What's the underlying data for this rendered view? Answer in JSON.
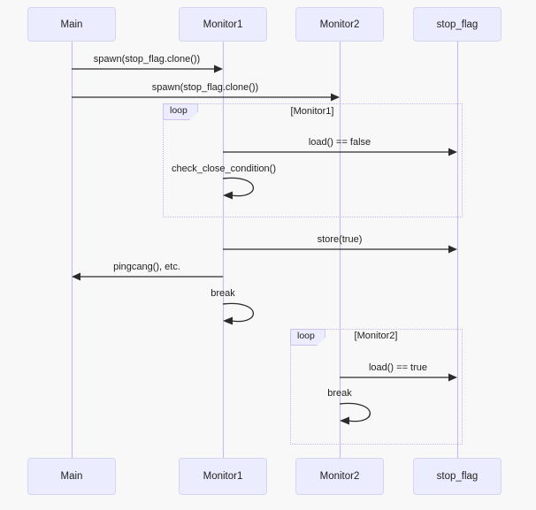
{
  "diagram": {
    "type": "sequence-diagram",
    "participants": [
      {
        "id": "main",
        "name": "Main"
      },
      {
        "id": "monitor1",
        "name": "Monitor1"
      },
      {
        "id": "monitor2",
        "name": "Monitor2"
      },
      {
        "id": "stop_flag",
        "name": "stop_flag"
      }
    ],
    "messages": [
      {
        "from": "Main",
        "to": "Monitor1",
        "label": "spawn(stop_flag.clone())",
        "kind": "solid-arrow"
      },
      {
        "from": "Main",
        "to": "Monitor2",
        "label": "spawn(stop_flag.clone())",
        "kind": "solid-arrow"
      },
      {
        "from": "Monitor1",
        "to": "stop_flag",
        "label": "load() == false",
        "kind": "solid-arrow"
      },
      {
        "from": "Monitor1",
        "to": "Monitor1",
        "label": "check_close_condition()",
        "kind": "self-loop"
      },
      {
        "from": "Monitor1",
        "to": "stop_flag",
        "label": "store(true)",
        "kind": "solid-arrow"
      },
      {
        "from": "Monitor1",
        "to": "Main",
        "label": "pingcang(), etc.",
        "kind": "solid-arrow"
      },
      {
        "from": "Monitor1",
        "to": "Monitor1",
        "label": "break",
        "kind": "self-loop"
      },
      {
        "from": "Monitor2",
        "to": "stop_flag",
        "label": "load() == true",
        "kind": "solid-arrow"
      },
      {
        "from": "Monitor2",
        "to": "Monitor2",
        "label": "break",
        "kind": "self-loop"
      }
    ],
    "loops": [
      {
        "label": "loop",
        "condition": "[Monitor1]"
      },
      {
        "label": "loop",
        "condition": "[Monitor2]"
      }
    ],
    "colors": {
      "background": "#f8f8f8",
      "actor_fill": "#ececff",
      "actor_border": "#d5d5f3",
      "lifeline": "#ccbbee",
      "loop_border": "#c9b6ec",
      "arrow": "#2b2b2b",
      "text": "#1f1f1f"
    }
  }
}
